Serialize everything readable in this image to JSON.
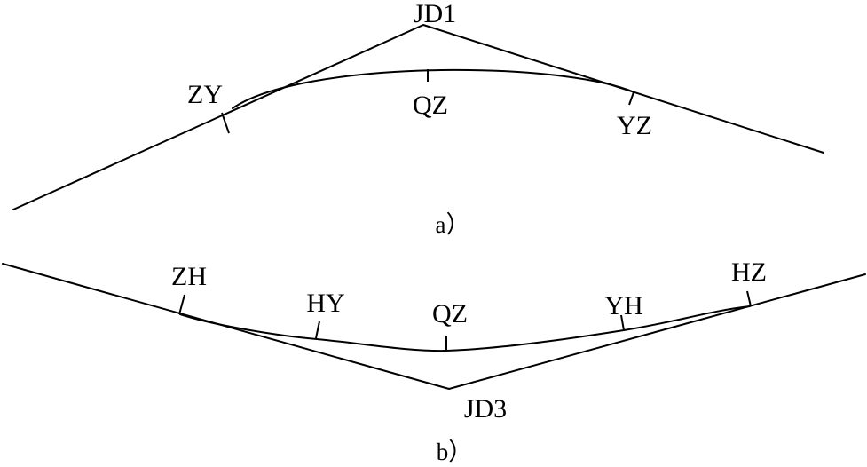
{
  "panel_a": {
    "vertex_label": "JD1",
    "points": {
      "start_label": "ZY",
      "mid_label": "QZ",
      "end_label": "YZ"
    },
    "caption": "a）"
  },
  "panel_b": {
    "vertex_label": "JD3",
    "points": {
      "zh_label": "ZH",
      "hy_label": "HY",
      "qz_label": "QZ",
      "yh_label": "YH",
      "hz_label": "HZ"
    },
    "caption": "b）"
  }
}
